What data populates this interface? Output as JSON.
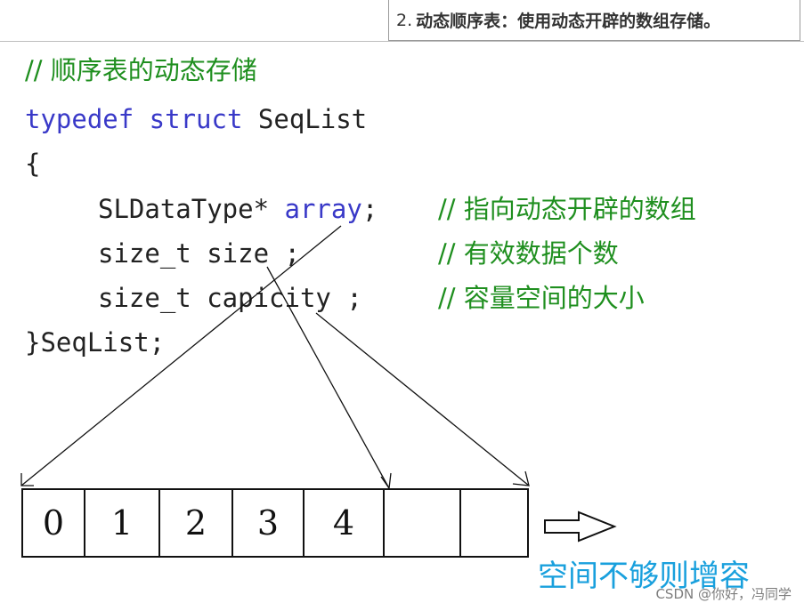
{
  "heading": {
    "number": "2.",
    "text": "动态顺序表：使用动态开辟的数组存储。"
  },
  "code": {
    "comment_line": "// 顺序表的动态存储",
    "line1_kw": "typedef struct",
    "line1_name": " SeqList",
    "open_brace": "{",
    "field1_type": "SLDataType* ",
    "field1_name": "array",
    "field1_end": ";",
    "field1_comment": "// 指向动态开辟的数组",
    "field2_code": "size_t size ;",
    "field2_comment": "// 有效数据个数",
    "field3_code": "size_t capicity ;",
    "field3_comment": "// 容量空间的大小",
    "close_line": "}SeqList;"
  },
  "array_cells": [
    "0",
    "1",
    "2",
    "3",
    "4",
    "",
    ""
  ],
  "grow_label": "空间不够则增容",
  "watermark": "CSDN @你好，冯同学",
  "colors": {
    "keyword": "#3939c8",
    "comment": "#1f8f1f",
    "grow_label": "#19a0dd"
  }
}
